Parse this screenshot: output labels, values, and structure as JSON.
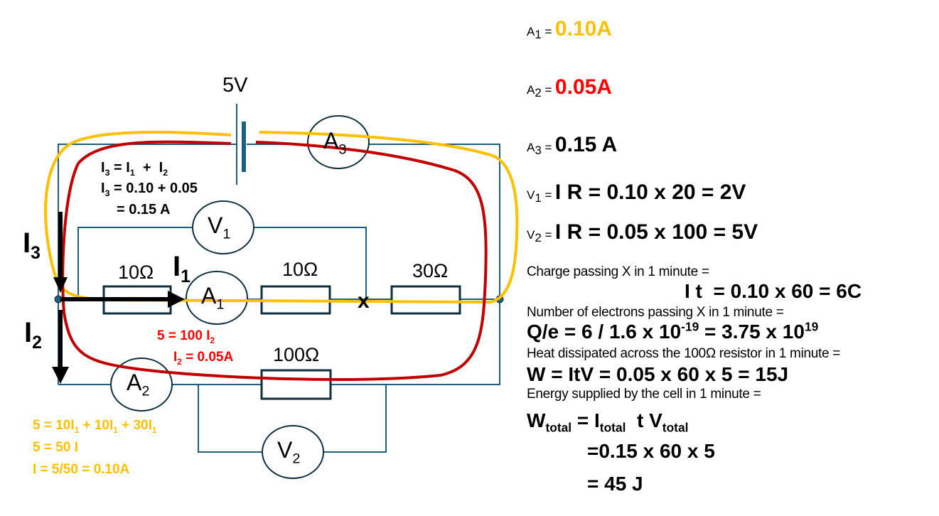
{
  "colors": {
    "wire": "#1f5f7a",
    "component_outline": "#0f2f3f",
    "yellow_loop": "#ffc000",
    "red_loop": "#c00000",
    "red_text": "#ff0000",
    "arrow": "#000000"
  },
  "circuit": {
    "cell_label": "5V",
    "ammeters": [
      {
        "id": "A1",
        "letter": "A",
        "sub": "1"
      },
      {
        "id": "A2",
        "letter": "A",
        "sub": "2"
      },
      {
        "id": "A3",
        "letter": "A",
        "sub": "3"
      }
    ],
    "voltmeters": [
      {
        "id": "V1",
        "letter": "V",
        "sub": "1"
      },
      {
        "id": "V2",
        "letter": "V",
        "sub": "2"
      }
    ],
    "resistors": [
      {
        "id": "R1",
        "label": "10Ω"
      },
      {
        "id": "R2",
        "label": "10Ω"
      },
      {
        "id": "R3",
        "label": "30Ω"
      },
      {
        "id": "R4",
        "label": "100Ω"
      }
    ],
    "point_x_label": "x",
    "currents": [
      {
        "letter": "I",
        "sub": "3"
      },
      {
        "letter": "I",
        "sub": "1"
      },
      {
        "letter": "I",
        "sub": "2"
      }
    ]
  },
  "annotations": {
    "junction": {
      "line1": {
        "a": "I",
        "a_sub": "3",
        "mid": " = I",
        "mid_sub": "1",
        "rest": "  +  I",
        "rest_sub": "2"
      },
      "line2": {
        "a": "I",
        "a_sub": "3",
        "rest": " = 0.10 + 0.05"
      },
      "line3": "= 0.15 A"
    },
    "red_loop": {
      "line1": {
        "text": "5 = 100 I",
        "sub": "2"
      },
      "line2": {
        "a": "I",
        "a_sub": "2",
        "rest": " = 0.05A"
      }
    },
    "yellow_loop": {
      "line1": {
        "p1": "5 = 10I",
        "s1": "1",
        "p2": " + 10I",
        "s2": "1",
        "p3": " + 30I",
        "s3": "1"
      },
      "line2": "5 = 50 I",
      "line3": "I = 5/50 = 0.10A"
    }
  },
  "answers": {
    "a1": {
      "label": "A",
      "sub": "1",
      "eq": " =",
      "value": "0.10A"
    },
    "a2": {
      "label": "A",
      "sub": "2",
      "eq": " =",
      "value": "0.05A"
    },
    "a3": {
      "label": "A",
      "sub": "3",
      "eq": " =",
      "value": "0.15 A"
    },
    "v1": {
      "label": "V",
      "sub": "1",
      "eq": " =",
      "value": "I R = 0.10 x 20 = 2V"
    },
    "v2": {
      "label": "V",
      "sub": "2",
      "eq": " =",
      "value": "I R = 0.05 x 100 = 5V"
    },
    "charge": {
      "desc": "Charge passing X in 1 minute =",
      "value": "I t  = 0.10 x 60 = 6C"
    },
    "electrons": {
      "desc": "Number of electrons passing X in 1 minute =",
      "p1": "Q/e = 6 / 1.6 x 10",
      "exp1": "-19",
      "p2": " = 3.75 x 10",
      "exp2": "19"
    },
    "heat": {
      "desc": "Heat dissipated across the 100Ω resistor in 1 minute =",
      "value": "W = ItV = 0.05 x 60 x 5 = 15J"
    },
    "energy": {
      "desc": "Energy supplied by the cell in 1 minute =",
      "w": "W",
      "w_sub": "total",
      "i": " = I",
      "i_sub": "total",
      "v": "  t V",
      "v_sub": "total",
      "line2": "=0.15 x 60 x 5",
      "line3": "= 45 J"
    }
  }
}
